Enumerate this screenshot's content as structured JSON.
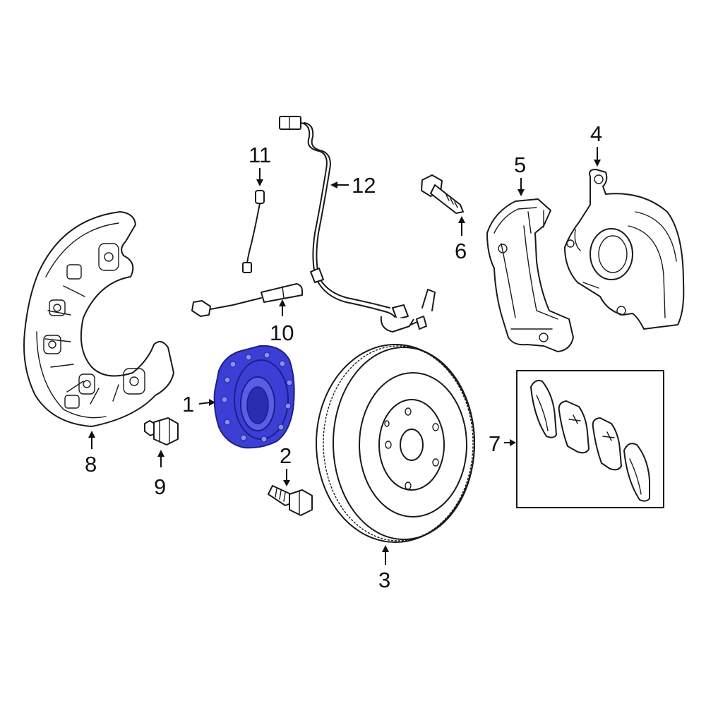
{
  "colors": {
    "line": "#1a1a1a",
    "highlight_fill": "#3b3fd6",
    "highlight_stroke": "#1c1f8a",
    "background": "#ffffff"
  },
  "callouts": [
    {
      "id": "1",
      "text": "1"
    },
    {
      "id": "2",
      "text": "2"
    },
    {
      "id": "3",
      "text": "3"
    },
    {
      "id": "4",
      "text": "4"
    },
    {
      "id": "5",
      "text": "5"
    },
    {
      "id": "6",
      "text": "6"
    },
    {
      "id": "7",
      "text": "7"
    },
    {
      "id": "8",
      "text": "8"
    },
    {
      "id": "9",
      "text": "9"
    },
    {
      "id": "10",
      "text": "10"
    },
    {
      "id": "11",
      "text": "11"
    },
    {
      "id": "12",
      "text": "12"
    }
  ]
}
